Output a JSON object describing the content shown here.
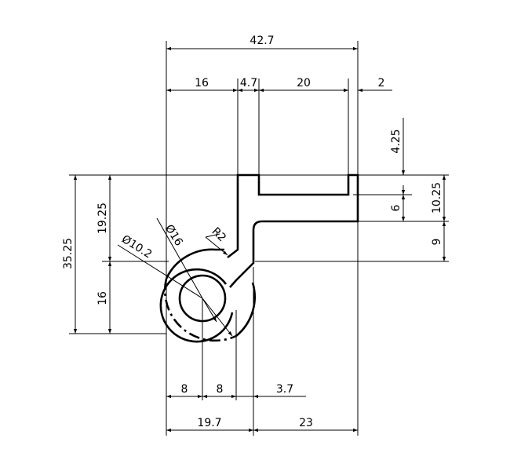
{
  "dimensions": {
    "top_overall": "42.7",
    "top_left": "16",
    "top_slot_wall": "4.7",
    "top_slot": "20",
    "top_right": "2",
    "right_upper": "4.25",
    "right_mid": "6",
    "right_total": "10.25",
    "right_lower": "9",
    "left_overall": "35.25",
    "left_upper": "19.25",
    "left_lower": "16",
    "diameter_small": "Ø10.2",
    "diameter_large": "Ø16",
    "radius": "R2",
    "bottom_a": "8",
    "bottom_b": "8",
    "bottom_c": "3.7",
    "bottom_width_left": "19.7",
    "bottom_width_right": "23"
  }
}
